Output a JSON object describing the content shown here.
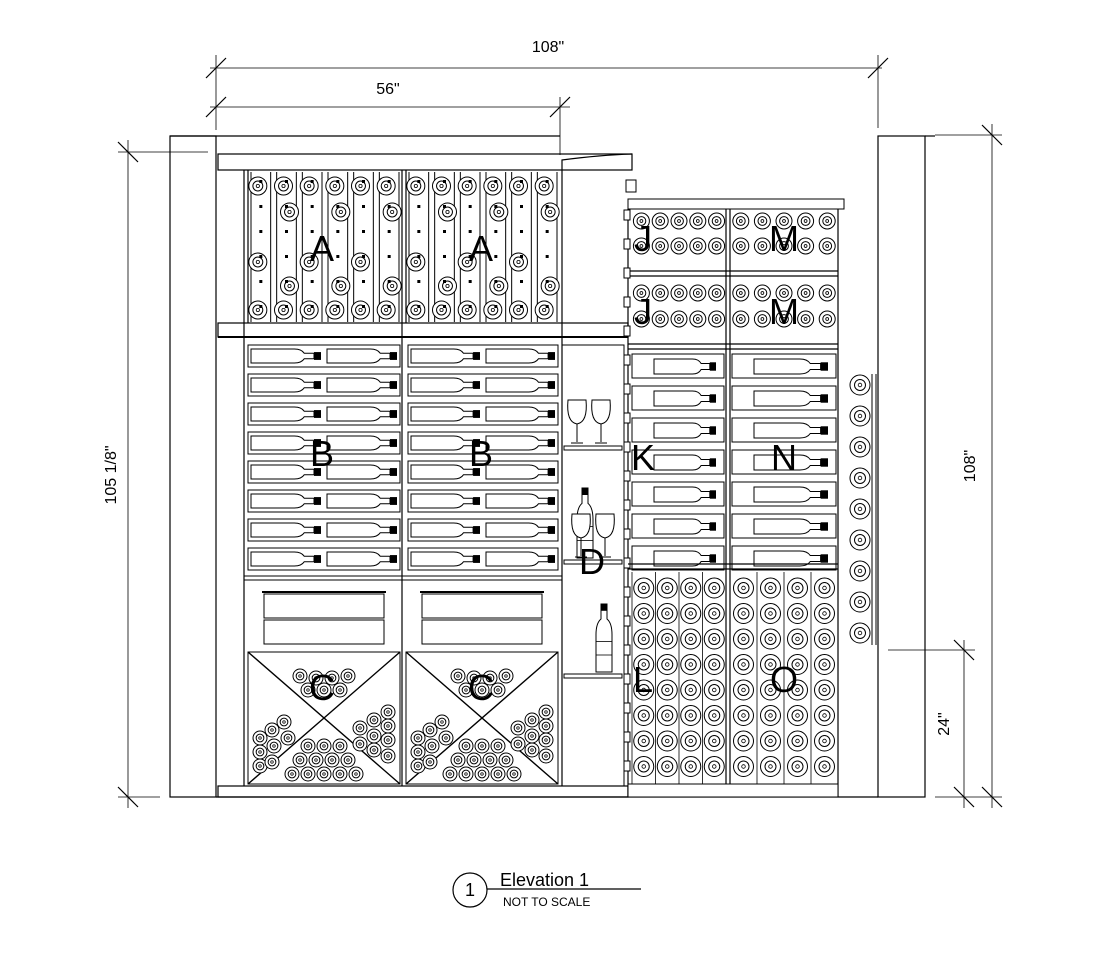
{
  "dimensions": {
    "overall_width": "108\"",
    "left_width": "56\"",
    "left_height": "105 1/8\"",
    "right_height": "108\"",
    "rack_offset": "24\""
  },
  "sections": {
    "A1": "A",
    "A2": "A",
    "B1": "B",
    "B2": "B",
    "C1": "C",
    "C2": "C",
    "D": "D",
    "J1": "J",
    "J2": "J",
    "K": "K",
    "L": "L",
    "M1": "M",
    "M2": "M",
    "N": "N",
    "O": "O"
  },
  "title_block": {
    "number": "1",
    "title": "Elevation 1",
    "subtitle": "NOT TO SCALE"
  }
}
